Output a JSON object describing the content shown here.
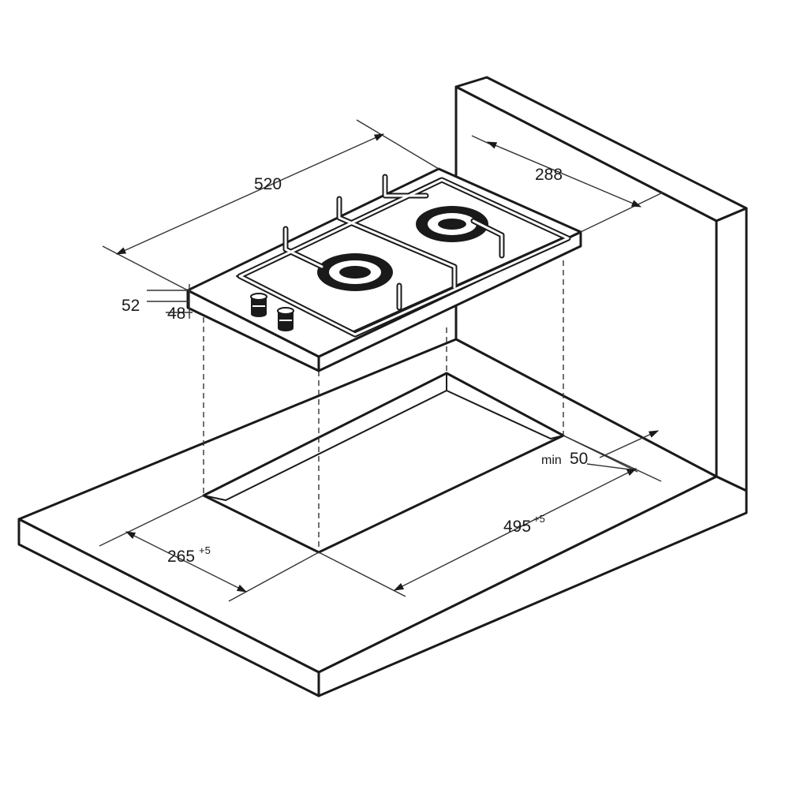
{
  "dimensions": {
    "width_top": "520",
    "depth_top": "288",
    "height_total": "52",
    "height_body": "48",
    "min_clearance_prefix": "min",
    "min_clearance_value": "50",
    "cutout_width": "495",
    "cutout_width_tol": "+5",
    "cutout_depth": "265",
    "cutout_depth_tol": "+5"
  }
}
